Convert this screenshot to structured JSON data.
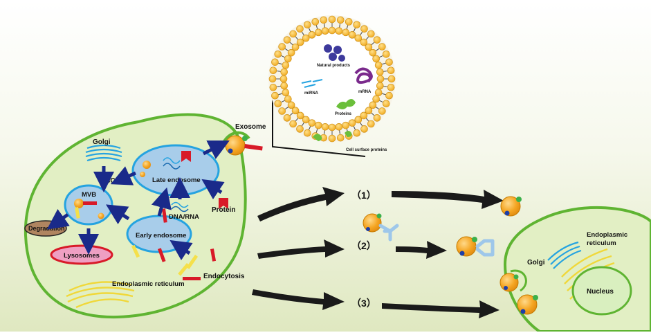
{
  "labels": {
    "golgi_left": "Golgi",
    "escrt": "ESCRT",
    "mvb": "MVB",
    "late_endosome": "Late endosome",
    "dna_rna": "DNA/RNA",
    "protein": "Protein",
    "early_endosome": "Early endosome",
    "degradation": "Degradation",
    "lysosomes": "Lysosomes",
    "endoplasmic_reticulum_left": "Endoplasmic reticulum",
    "endocytosis": "Endocytosis",
    "exosome": "Exosome",
    "natural_products": "Natural products",
    "mirna": "miRNA",
    "mrna": "mRNA",
    "proteins": "Proteins",
    "cell_surface_proteins": "Cell surface proteins",
    "route_1": "（1）",
    "route_2": "（2）",
    "route_3": "（3）",
    "golgi_right": "Golgi",
    "er_right_line1": "Endoplasmic",
    "er_right_line2": "reticulum",
    "nucleus": "Nucleus"
  },
  "colors": {
    "background_top": "#ffffff",
    "background_bottom": "#dfe8c0",
    "cell_fill": "#e2efc4",
    "cell_border": "#5fb432",
    "endosome_fill": "#a8cdea",
    "endosome_border": "#25a3e0",
    "arrow_blue": "#1a2a8a",
    "arrow_black": "#1a1a1a",
    "lysosome_fill": "#ee9fc3",
    "lysosome_border": "#d81a28",
    "degradation_fill": "#b08560",
    "vesicle_orange": "#f5a623",
    "membrane_head": "#f6b730"
  }
}
